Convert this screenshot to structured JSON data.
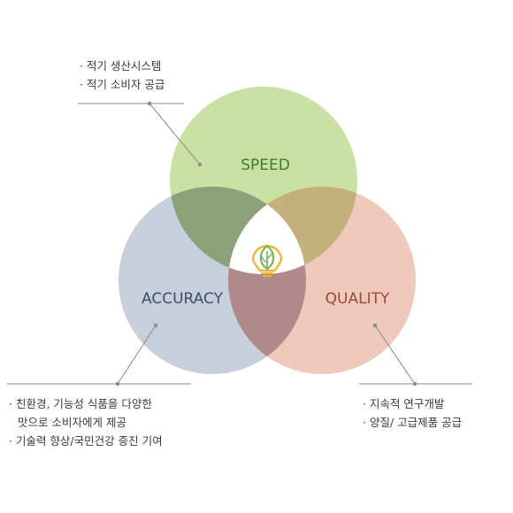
{
  "diagram": {
    "circles": [
      {
        "id": "speed",
        "label": "SPEED",
        "fill": "#b9d98e",
        "text_color": "#3e7a2c"
      },
      {
        "id": "accuracy",
        "label": "ACCURACY",
        "fill": "#9fb0c4",
        "text_color": "#3d4d6b"
      },
      {
        "id": "quality",
        "label": "QUALITY",
        "fill": "#e8a896",
        "text_color": "#9b4a35"
      }
    ],
    "center_logo": {
      "icon": "leaf-bulb-logo",
      "colors": [
        "#f2b233",
        "#6fb44a"
      ]
    }
  },
  "notes": {
    "speed": [
      "· 적기 생산시스템",
      "· 적기 소비자 공급"
    ],
    "accuracy": [
      "· 친환경, 기능성 식품을 다양한",
      "맛으로 소비자에게 제공",
      "· 기술력 향상/국민건강 증진 기여"
    ],
    "quality": [
      "· 지속적 연구개발",
      "· 양질/ 고급제품 공급"
    ]
  },
  "colors": {
    "leader_line": "#8a8a8a"
  }
}
